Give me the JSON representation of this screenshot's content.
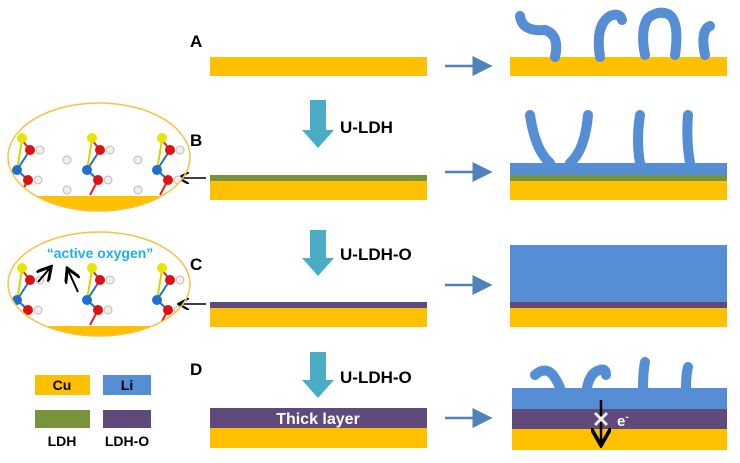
{
  "colors": {
    "cu": "#ffc000",
    "li": "#558ed5",
    "ldh": "#77933c",
    "ldho": "#604a7b",
    "arrow": "#4f81bd",
    "down_arrow": "#4bacc6",
    "active": "#1fb0e8"
  },
  "panels": [
    {
      "label": "A"
    },
    {
      "label": "B",
      "step": "U-LDH"
    },
    {
      "label": "C",
      "step": "U-LDH-O"
    },
    {
      "label": "D",
      "step": "U-LDH-O",
      "thick_text": "Thick layer",
      "electron": "e",
      "electron_sup": "-"
    }
  ],
  "inset": {
    "active_oxygen": "“active oxygen”"
  },
  "legend": [
    {
      "name": "Cu"
    },
    {
      "name": "Li"
    },
    {
      "name": "LDH"
    },
    {
      "name": "LDH-O"
    }
  ]
}
